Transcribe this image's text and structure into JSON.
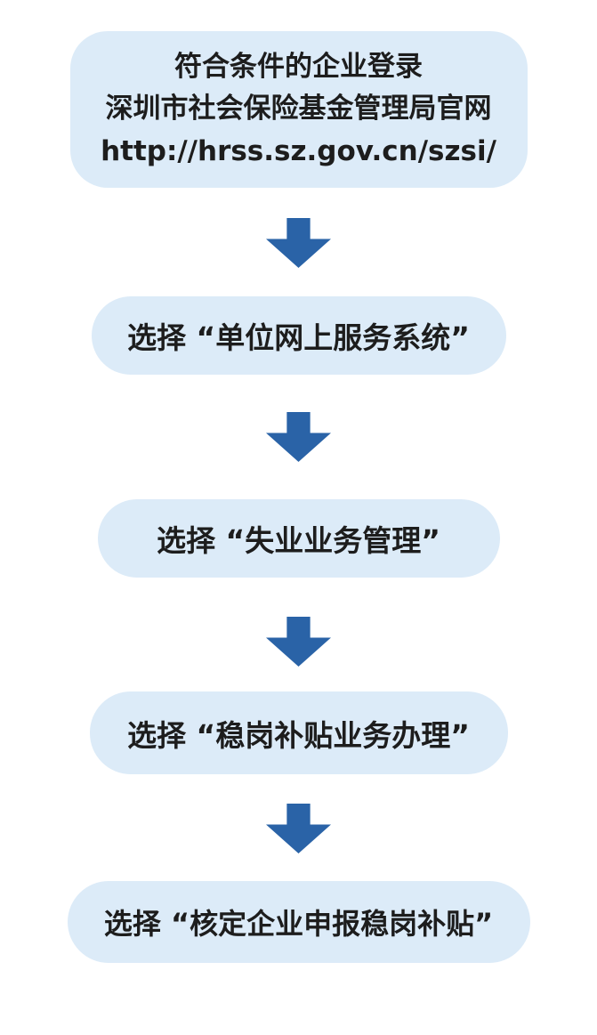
{
  "flowchart": {
    "type": "vertical-flow",
    "steps": [
      {
        "id": "login-official-site",
        "lines": [
          "符合条件的企业登录",
          "深圳市社会保险基金管理局官网",
          "http://hrss.sz.gov.cn/szsi/"
        ]
      },
      {
        "id": "select-unit-online-service",
        "lines": [
          "选择 “单位网上服务系统”"
        ]
      },
      {
        "id": "select-unemployment-business",
        "lines": [
          "选择 “失业业务管理”"
        ]
      },
      {
        "id": "select-subsidy-business",
        "lines": [
          "选择 “稳岗补贴业务办理”"
        ]
      },
      {
        "id": "select-verify-declare-subsidy",
        "lines": [
          "选择 “核定企业申报稳岗补贴”"
        ]
      }
    ],
    "connector": "down-arrow",
    "colors": {
      "background": "#ffffff",
      "node_fill": "#dcebf8",
      "arrow": "#2a63a7",
      "text": "#1d1d1d"
    }
  }
}
